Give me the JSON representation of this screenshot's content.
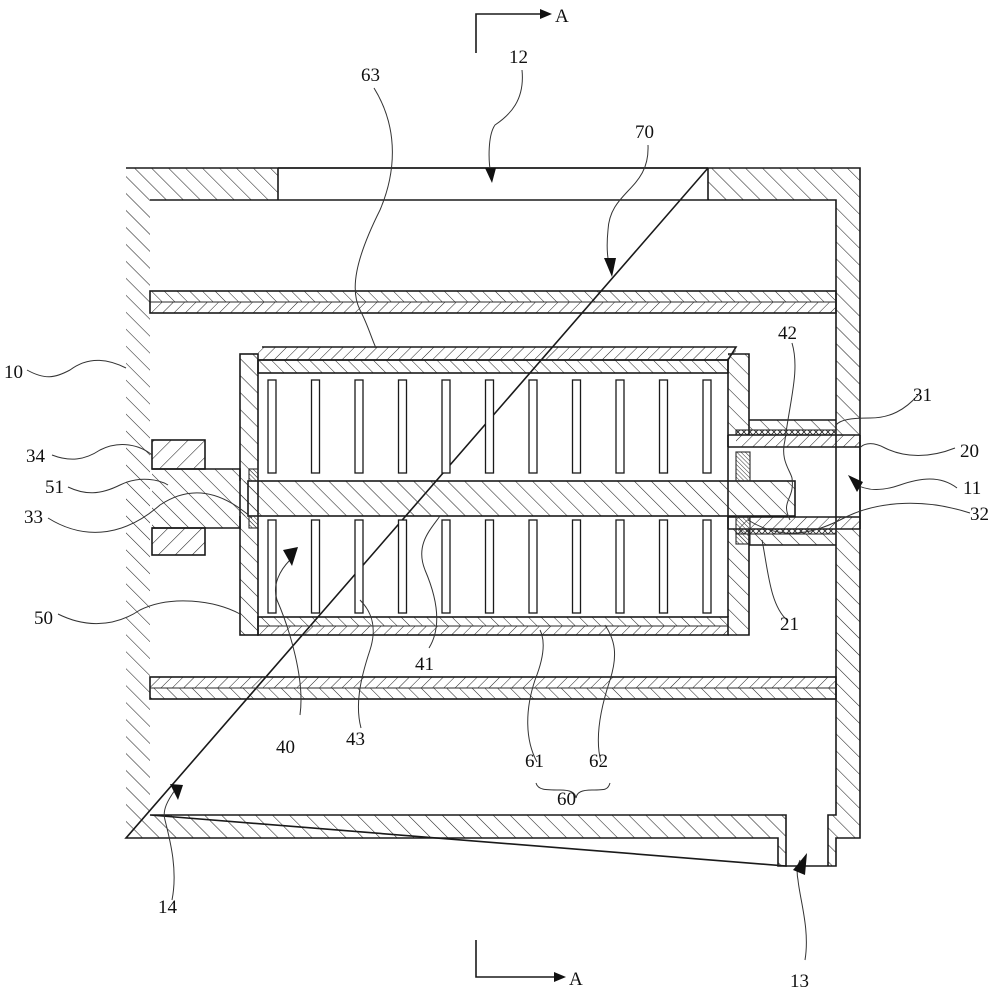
{
  "figure": {
    "type": "patent cross-section drawing",
    "section_marks": [
      {
        "name": "section-mark-top",
        "letter": "A"
      },
      {
        "name": "section-mark-bottom",
        "letter": "A"
      }
    ],
    "reference_labels": [
      {
        "id": "10",
        "text": "10"
      },
      {
        "id": "11",
        "text": "11"
      },
      {
        "id": "12",
        "text": "12"
      },
      {
        "id": "13",
        "text": "13"
      },
      {
        "id": "14",
        "text": "14"
      },
      {
        "id": "20",
        "text": "20"
      },
      {
        "id": "21",
        "text": "21"
      },
      {
        "id": "31",
        "text": "31"
      },
      {
        "id": "32",
        "text": "32"
      },
      {
        "id": "33",
        "text": "33"
      },
      {
        "id": "34",
        "text": "34"
      },
      {
        "id": "40",
        "text": "40"
      },
      {
        "id": "41",
        "text": "41"
      },
      {
        "id": "42",
        "text": "42"
      },
      {
        "id": "43",
        "text": "43"
      },
      {
        "id": "50",
        "text": "50"
      },
      {
        "id": "51",
        "text": "51"
      },
      {
        "id": "60",
        "text": "60"
      },
      {
        "id": "61",
        "text": "61"
      },
      {
        "id": "62",
        "text": "62"
      },
      {
        "id": "63",
        "text": "63"
      },
      {
        "id": "70",
        "text": "70"
      }
    ],
    "fin_count_per_side": 11,
    "colors": {
      "line": "#1a1a1a",
      "background": "#ffffff"
    }
  }
}
